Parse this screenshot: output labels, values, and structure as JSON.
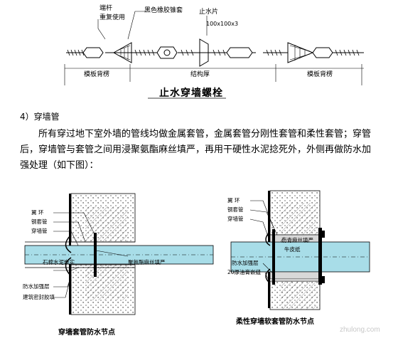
{
  "bolt_figure": {
    "labels": {
      "end_rod": "端杆",
      "reusable": "重复使用",
      "rubber_sleeve": "黑色橡胶锥套",
      "water_stop": "止水片",
      "water_stop_size": "100x100x3"
    },
    "dims": {
      "left": "模板背楞",
      "middle": "结构厚",
      "right": "模板背楞"
    },
    "title": "止水穿墙螺栓"
  },
  "section": {
    "heading": "4）穿墙管",
    "paragraph": "所有穿过地下室外墙的管线均做金属套管，金属套管分刚性套管和柔性套管；穿管后，穿墙管与套管之间用浸聚氨酯麻丝填严，再用干硬性水泥捻死外，外侧再做防水加强处理（如下图）："
  },
  "left_detail": {
    "labels": [
      "翼 环",
      "钢套管",
      "穿墙管",
      "石棉水泥嵌实",
      "聚氨酯麻丝填严",
      "防水加强层",
      "建筑密封胶填"
    ],
    "caption": "穿墙套管防水节点"
  },
  "right_detail": {
    "labels": [
      "翼 环",
      "钢套管",
      "穿墙管",
      "沥青麻丝填严",
      "牛皮纸",
      "防水加强层",
      "20厚油膏嵌缝"
    ],
    "caption": "柔性穿墙软套管防水节点"
  },
  "watermark": "zhulong.com"
}
